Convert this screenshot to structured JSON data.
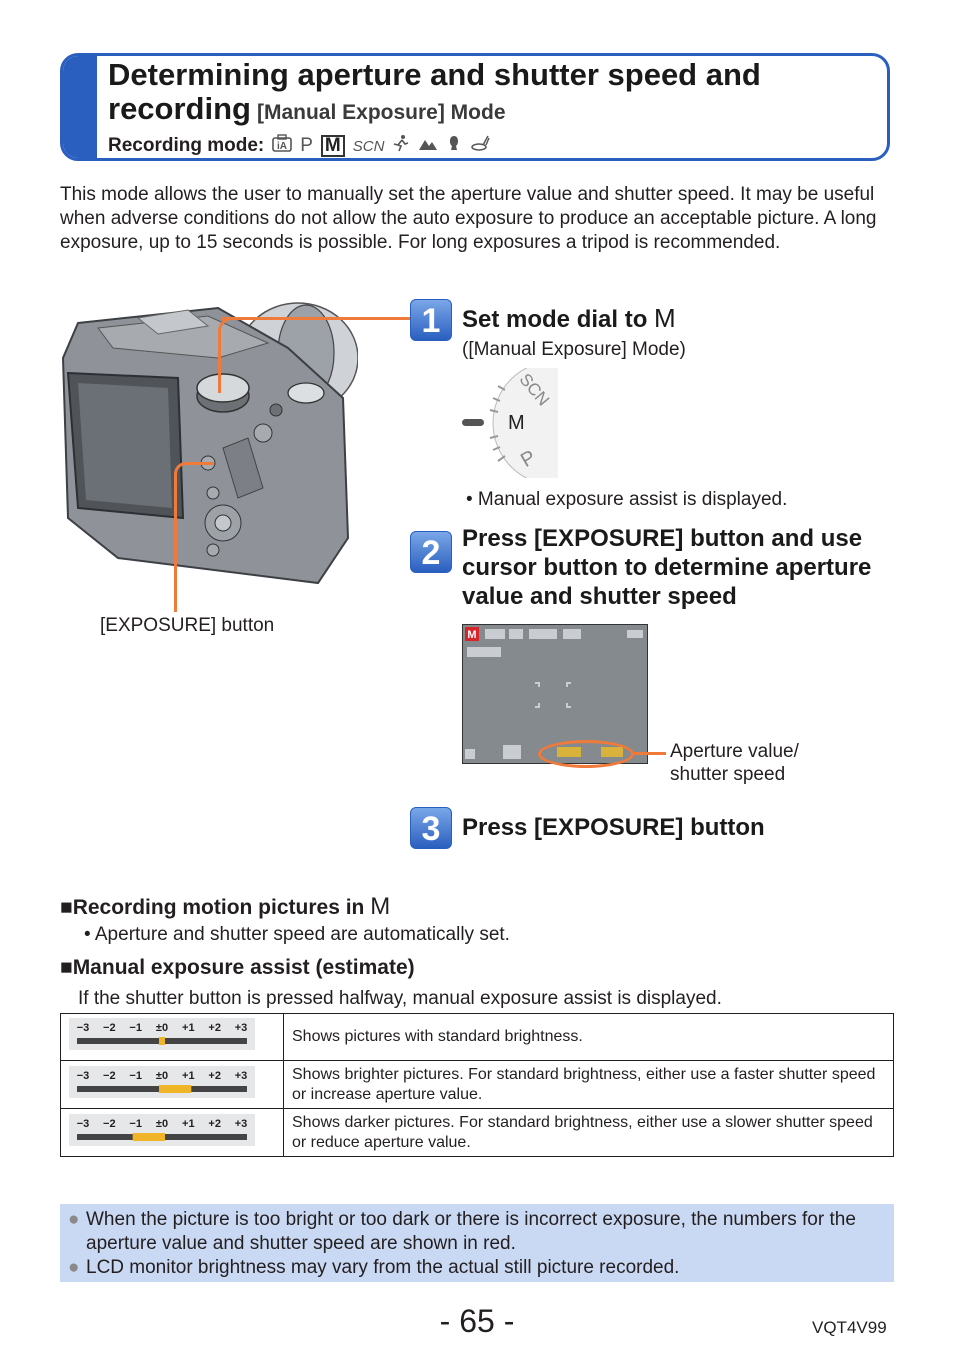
{
  "header": {
    "title_line1": "Determining aperture and shutter speed and",
    "title_line2": "recording",
    "title_sub": "[Manual Exposure] Mode",
    "recording_mode_label": "Recording mode:",
    "mode_p": "P",
    "mode_m": "M",
    "mode_scn": "SCN"
  },
  "intro": "This mode allows the user to manually set the aperture value and shutter speed. It may be useful when adverse conditions do not allow the auto exposure to produce an acceptable picture. A long exposure, up to 15 seconds is possible. For long exposures a tripod is recommended.",
  "camera": {
    "exposure_button_label": "[EXPOSURE] button"
  },
  "steps": [
    {
      "number": "1",
      "title": "Set mode dial to",
      "title_glyph": "M",
      "sub": "([Manual Exposure] Mode)",
      "dial_labels": [
        "SCN",
        "M",
        "P"
      ],
      "note": "• Manual exposure assist is displayed."
    },
    {
      "number": "2",
      "title": "Press [EXPOSURE] button and use cursor button to determine aperture value and shutter speed",
      "screen_label": "Aperture value/ shutter speed"
    },
    {
      "number": "3",
      "title": "Press [EXPOSURE] button"
    }
  ],
  "section_motion": {
    "heading": "Recording motion pictures in",
    "heading_glyph": "M",
    "bullet": "• Aperture and shutter speed are automatically set."
  },
  "section_assist": {
    "heading": "Manual exposure assist (estimate)",
    "text": "If the shutter button is pressed halfway, manual exposure assist is displayed.",
    "scale_labels": [
      "−3",
      "−2",
      "−1",
      "±0",
      "+1",
      "+2",
      "+3"
    ],
    "rows": [
      {
        "desc": "Shows pictures with standard brightness.",
        "fill_from": 0,
        "fill_to": 0
      },
      {
        "desc": "Shows brighter pictures. For standard brightness, either use a faster shutter speed or increase aperture value.",
        "fill_from": 0,
        "fill_to": 1
      },
      {
        "desc": "Shows darker pictures. For standard brightness, either use a slower shutter speed or reduce aperture value.",
        "fill_from": -1,
        "fill_to": 0
      }
    ]
  },
  "notes": [
    "When the picture is too bright or too dark or there is incorrect exposure, the numbers for the aperture value and shutter speed are shown in red.",
    "LCD monitor brightness may vary from the actual still picture recorded."
  ],
  "footer": {
    "page_number": "- 65 -",
    "code": "VQT4V99"
  },
  "colors": {
    "accent_blue": "#2a5fc0",
    "callout_orange": "#f07a3a",
    "note_bg": "#c9d8f3",
    "scale_fill": "#f0b429"
  }
}
